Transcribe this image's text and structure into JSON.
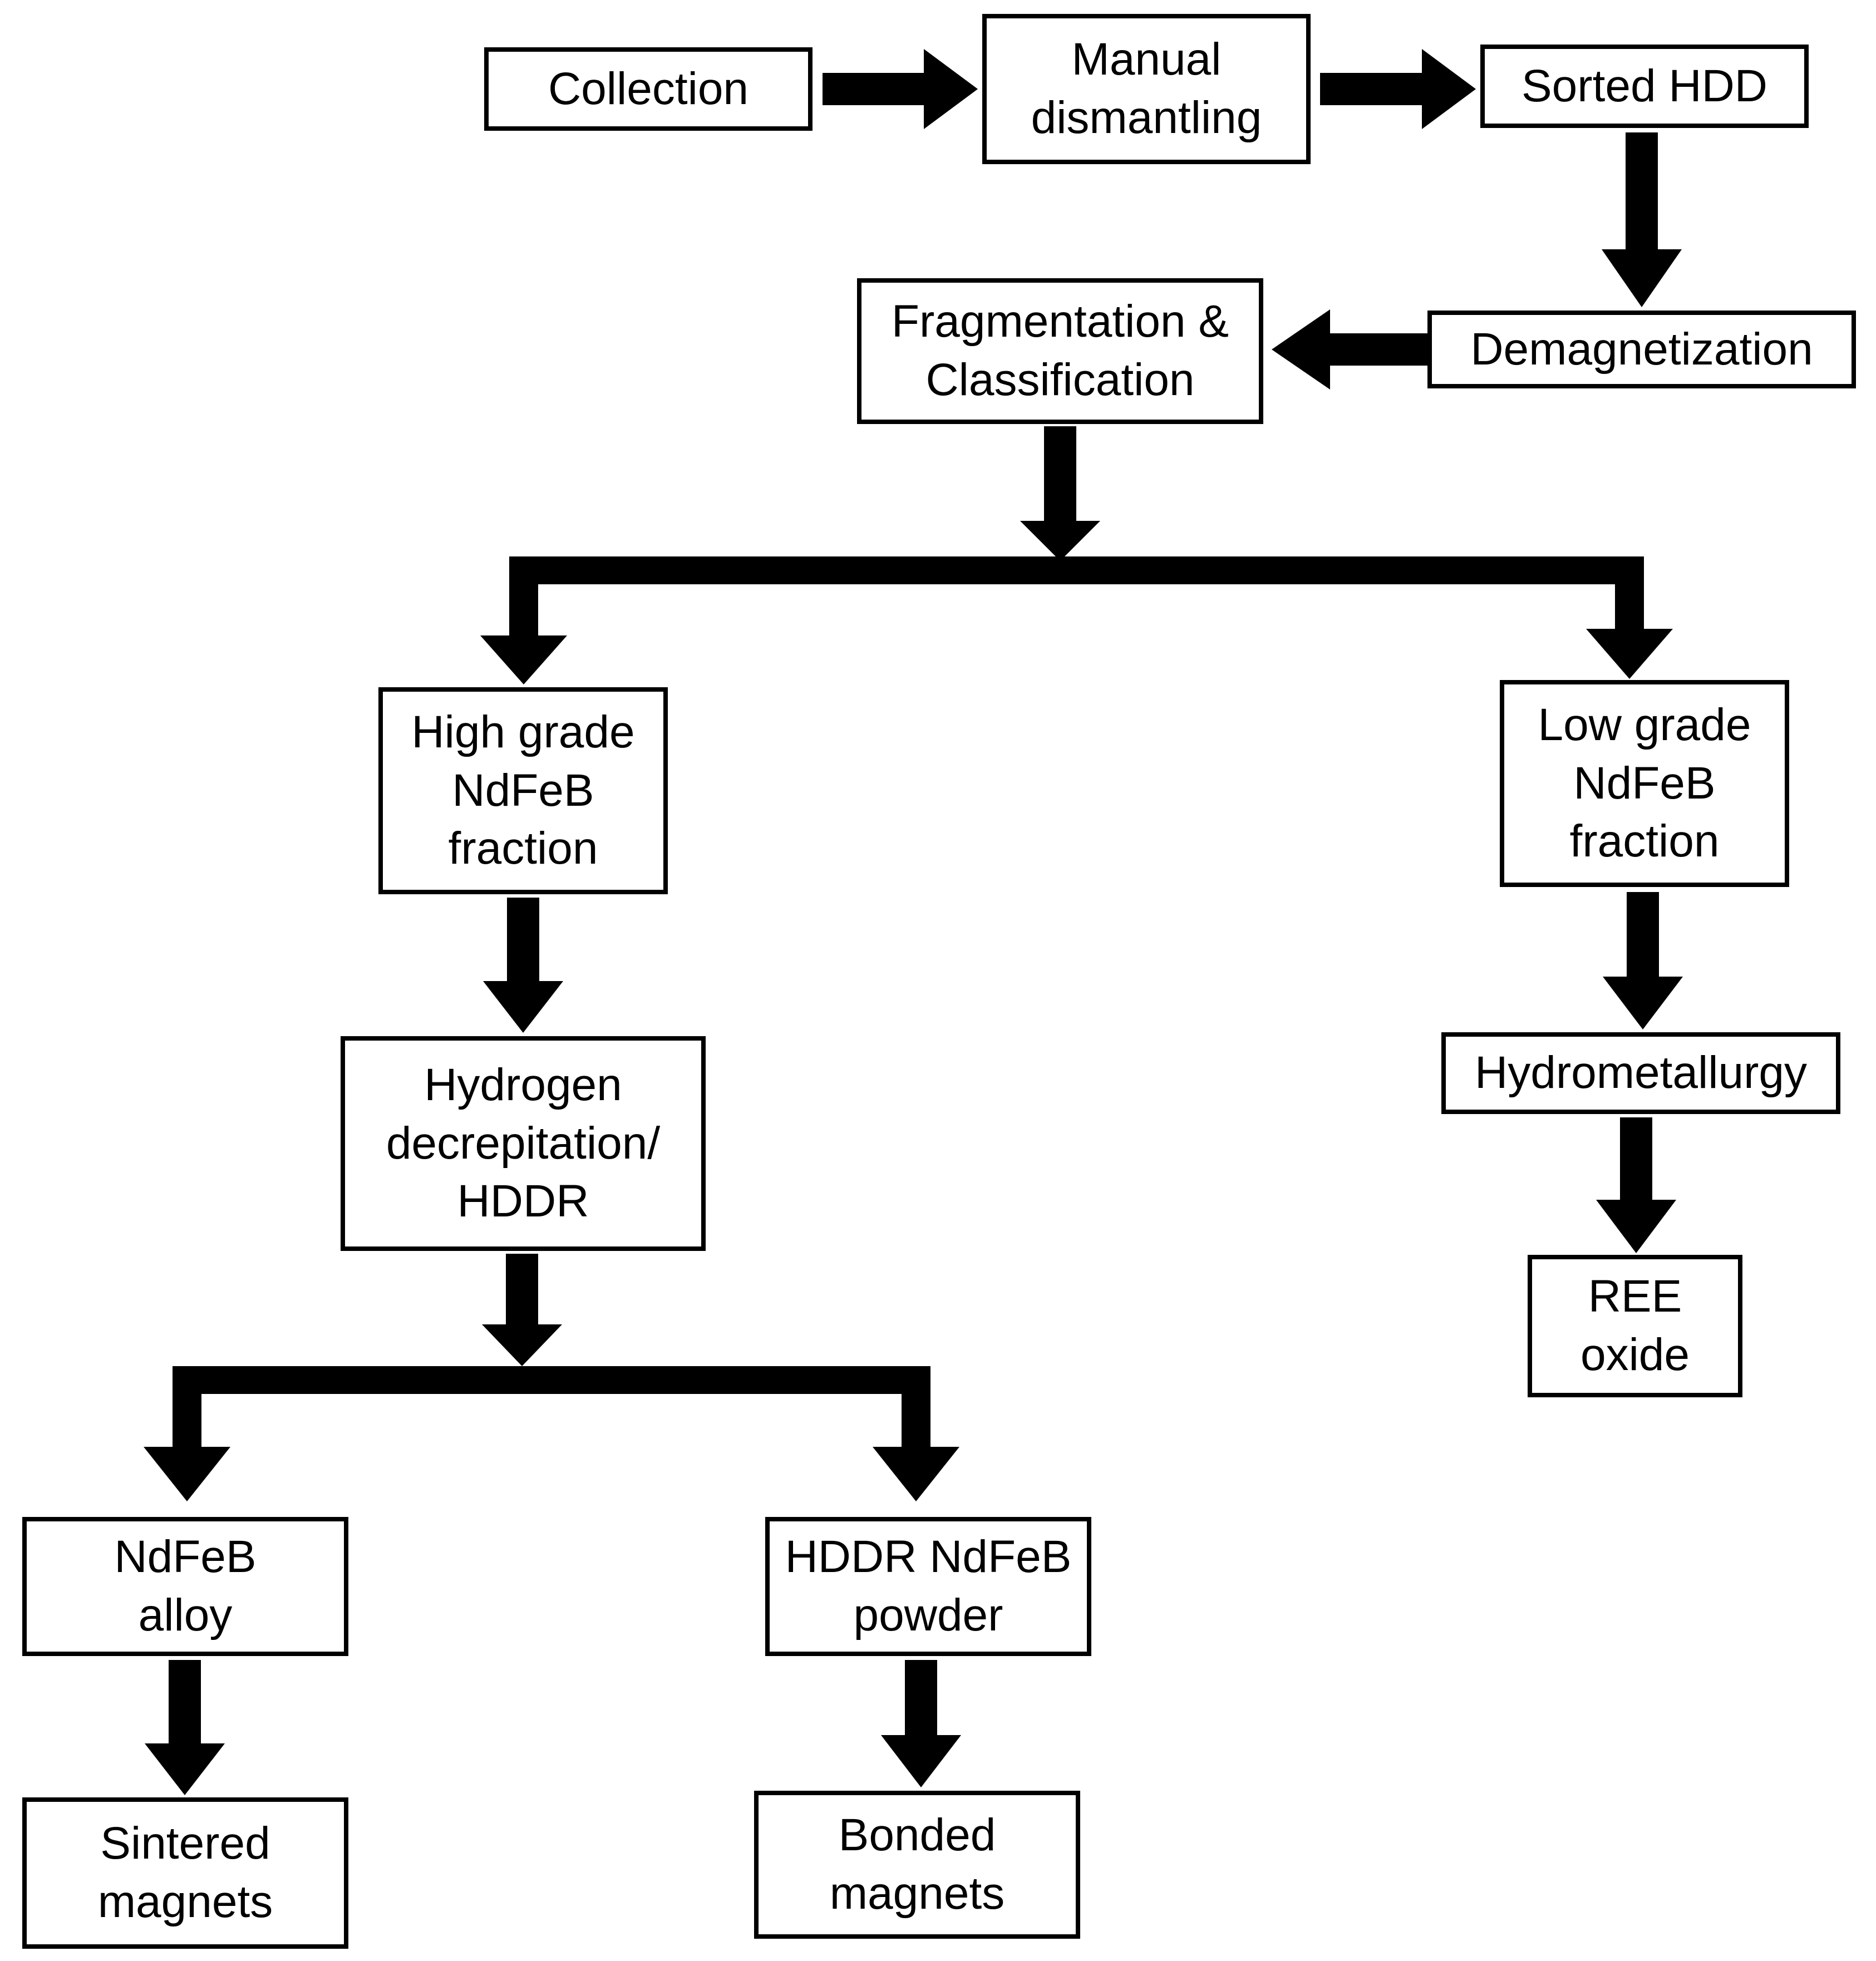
{
  "flowchart": {
    "colors": {
      "ink": "#000000",
      "paper": "#ffffff"
    },
    "nodes": {
      "collection": "Collection",
      "manual_dismantling": "Manual\ndismantling",
      "sorted_hdd": "Sorted HDD",
      "demagnetization": "Demagnetization",
      "fragmentation_classification": "Fragmentation &\nClassification",
      "high_grade_fraction": "High grade\nNdFeB\nfraction",
      "low_grade_fraction": "Low grade\nNdFeB\nfraction",
      "hydrogen_decrepitation": "Hydrogen\ndecrepitation/\nHDDR",
      "hydrometallurgy": "Hydrometallurgy",
      "ree_oxide": "REE\noxide",
      "ndfeb_alloy": "NdFeB\nalloy",
      "hddr_powder": "HDDR NdFeB\npowder",
      "sintered_magnets": "Sintered\nmagnets",
      "bonded_magnets": "Bonded\nmagnets"
    }
  }
}
